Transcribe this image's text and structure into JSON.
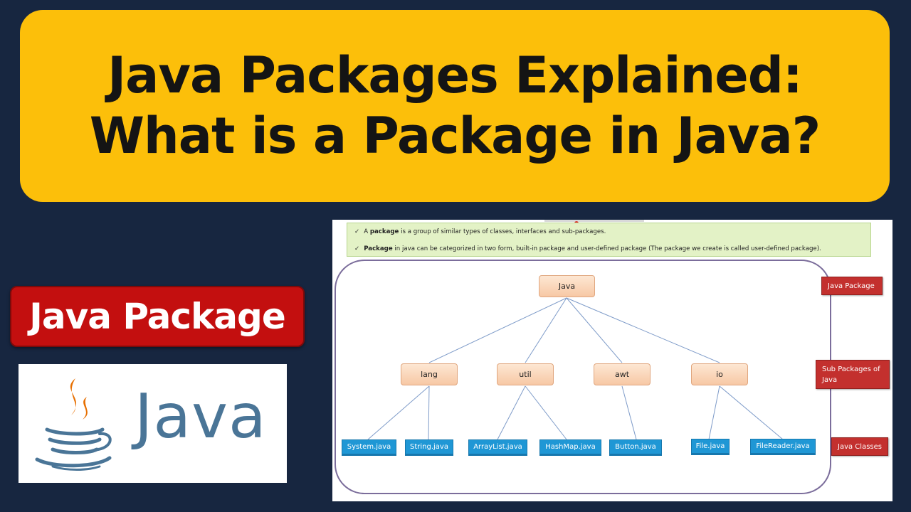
{
  "title": {
    "line1": "Java Packages Explained:",
    "line2": "What is a Package in Java?"
  },
  "badge": "Java Package",
  "logo": {
    "word": "Java"
  },
  "slide": {
    "notes": [
      {
        "pre": "A ",
        "kw": "package",
        "post": " is a group of similar types of classes, interfaces and sub-packages."
      },
      {
        "pre": "",
        "kw": "Package",
        "post": " in java can be categorized in two form, built-in package and user-defined package (The package we create is called user-defined package)."
      }
    ],
    "root": "Java",
    "subpackages": [
      "lang",
      "util",
      "awt",
      "io"
    ],
    "classes": [
      "System.java",
      "String.java",
      "ArrayList.java",
      "HashMap.java",
      "Button.java",
      "File.java",
      "FileReader.java"
    ],
    "labels": {
      "package": "Java Package",
      "subpackages": "Sub Packages of Java",
      "classes": "Java Classes"
    }
  },
  "colors": {
    "title_bg": "#fcbf0a",
    "page_bg": "#172640",
    "badge_bg": "#c30f0f",
    "node_fill": "#fbd9bd",
    "leaf_fill": "#1f97d5",
    "tag_fill": "#c3302e",
    "logo_text": "#4a7597",
    "logo_flame": "#e76f00"
  }
}
